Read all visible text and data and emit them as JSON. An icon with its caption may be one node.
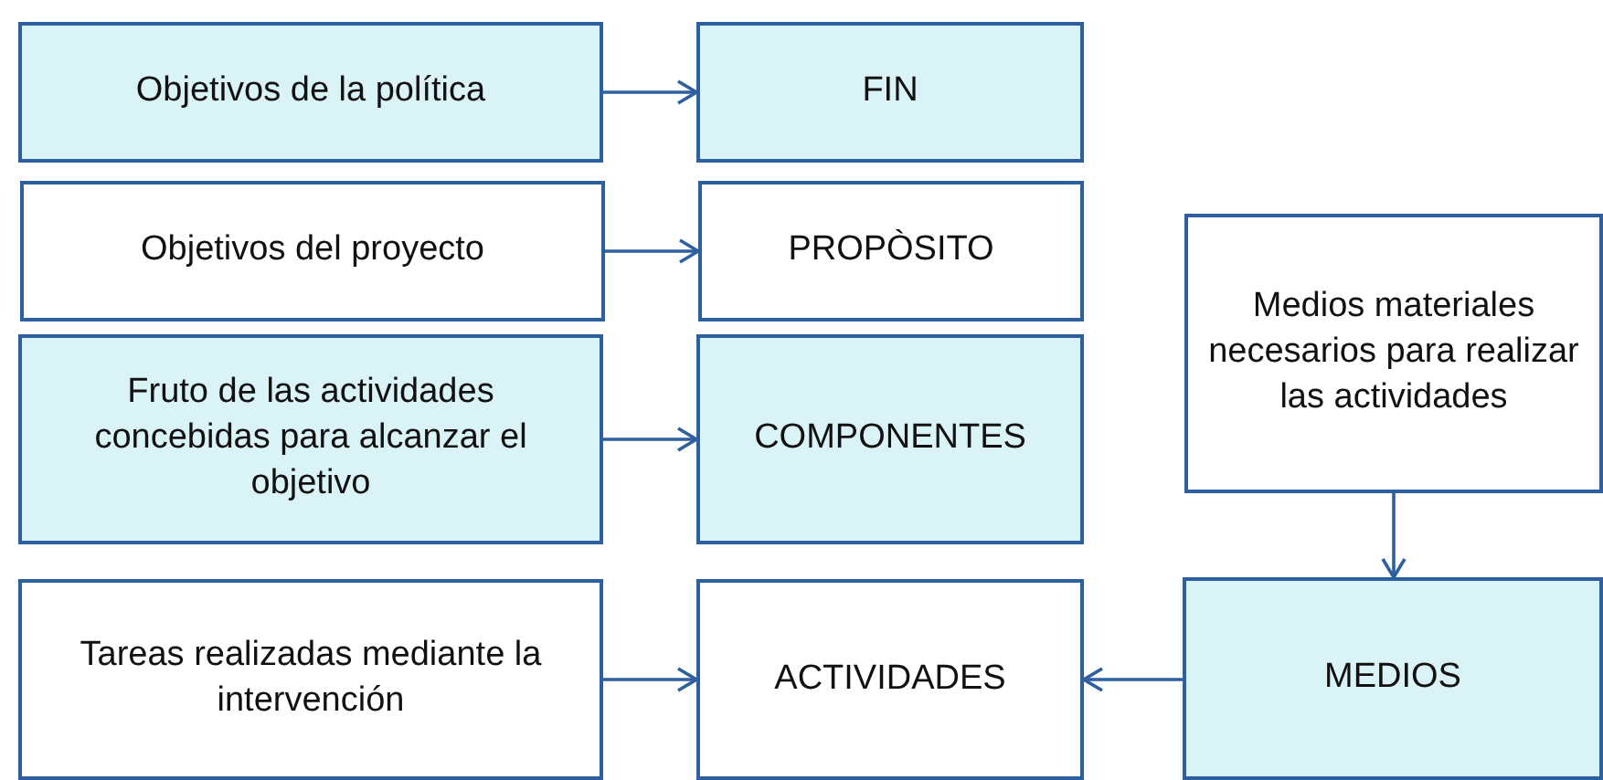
{
  "diagram": {
    "nodes": [
      {
        "text": [
          "Objetivos de la política"
        ]
      },
      {
        "text": [
          "FIN"
        ]
      },
      {
        "text": [
          "Objetivos del proyecto"
        ]
      },
      {
        "text": [
          "PROPÒSITO"
        ]
      },
      {
        "text": [
          "Medios materiales necesarios para realizar las actividades"
        ]
      },
      {
        "text": [
          "Fruto de las actividades concebidas para alcanzar el objetivo"
        ]
      },
      {
        "text": [
          "COMPONENTES"
        ]
      },
      {
        "text": [
          "Tareas realizadas mediante la intervención"
        ]
      },
      {
        "text": [
          "ACTIVIDADES"
        ]
      },
      {
        "text": [
          "MEDIOS"
        ]
      }
    ],
    "edges": [
      {
        "from": 0,
        "to": 1,
        "arrow": "to"
      },
      {
        "from": 2,
        "to": 3,
        "arrow": "to"
      },
      {
        "from": 5,
        "to": 6,
        "arrow": "to"
      },
      {
        "from": 4,
        "to": 9,
        "arrow": "to"
      },
      {
        "from": 7,
        "to": 8,
        "arrow": "to"
      },
      {
        "from": 9,
        "to": 8,
        "arrow": "to"
      }
    ]
  }
}
